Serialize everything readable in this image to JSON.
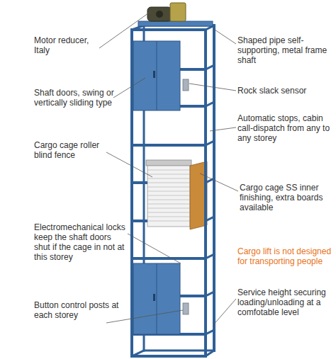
{
  "diagram": {
    "labels": [
      "Motor reducer, Italy",
      "Shaped pipe self-supporting, metal frame shaft",
      "Rock slack sensor",
      "Shaft doors, swing or vertically sliding type",
      "Automatic stops, cabin call-dispatch from any to any storey",
      "Cargo cage roller blind fence",
      "Cargo cage SS inner finishing, extra boards available",
      "Electromechanical locks keep the shaft doors shut if the cage in not at this storey",
      "Cargo lift is not designed for transporting people",
      "Service height securing loading/unloading at a comfotable level",
      "Button control posts at each storey"
    ]
  }
}
